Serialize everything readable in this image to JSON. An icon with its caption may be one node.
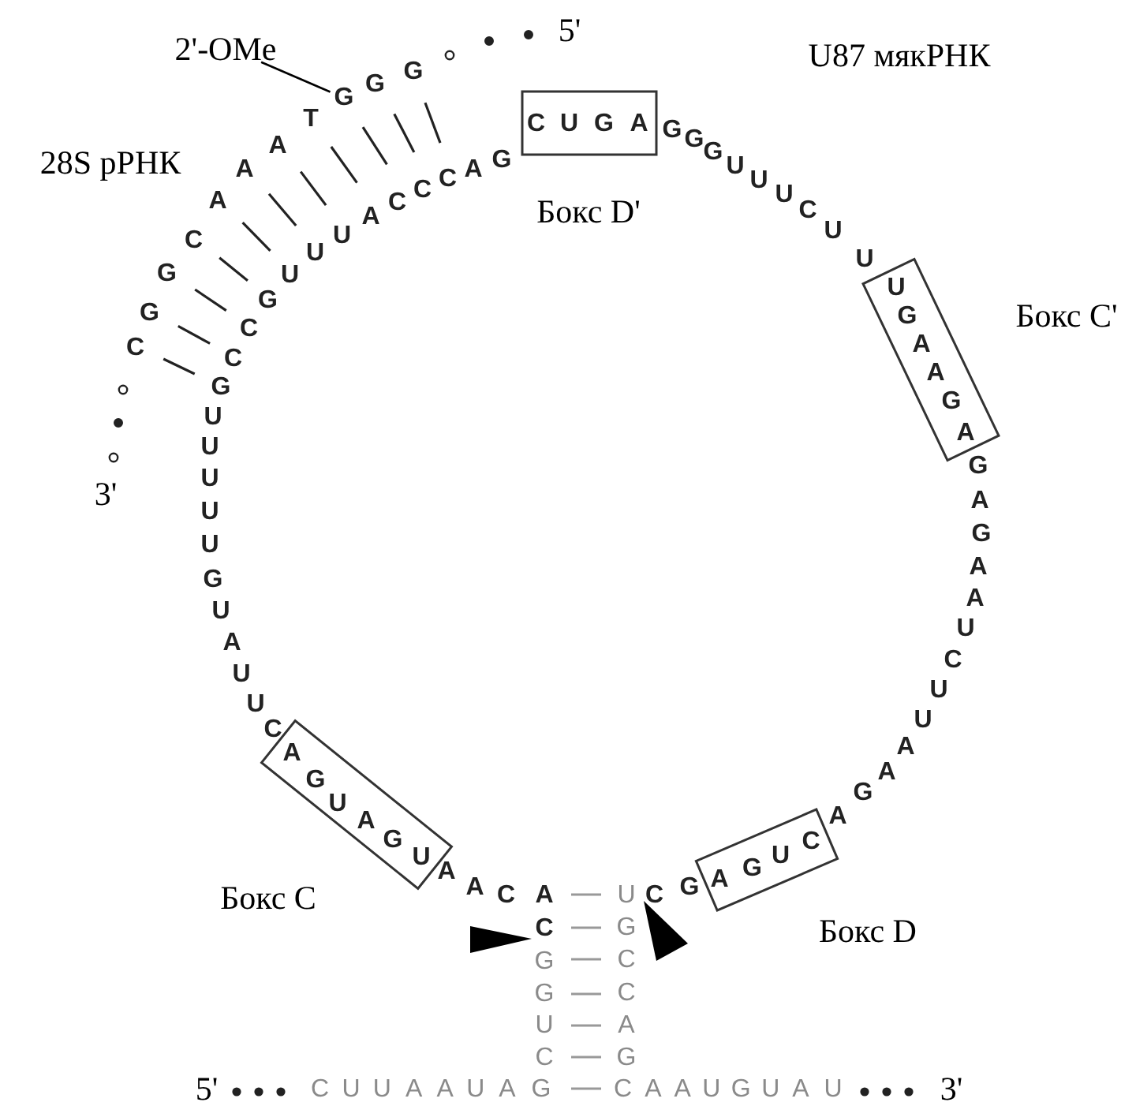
{
  "diagram": {
    "nodes": [
      {
        "text": [
          "2'-OMe"
        ]
      },
      {
        "text": [
          "C U G A"
        ],
        "beside": [
          "Бокс D'"
        ]
      },
      {
        "text": [
          "UGAAGA"
        ],
        "beside": [
          "Бокс C'"
        ]
      },
      {
        "text": [
          "A G U C"
        ],
        "beside": [
          "Бокс D"
        ]
      },
      {
        "text": [
          "AGUAGU"
        ],
        "beside": [
          "Бокс C"
        ]
      },
      {
        "text": [
          "G"
        ]
      }
    ],
    "edges": [
      {
        "from": 0,
        "to": 5,
        "arrow": "none"
      }
    ],
    "labels": [
      "5'",
      "U87 мякРНК",
      "28S рРНК",
      "C G G C A A A T",
      "3'",
      "C C G U U U A C C C A G",
      "GGGUUUCUU",
      "GUUUUUGUAUUC",
      "GAGAAUCUUAAGA",
      "A A C A",
      "C G",
      "C",
      "GGUC",
      "UGCCAG",
      "5'",
      "C U U A A U A G",
      "C A A U G U A U",
      "3'",
      "G G"
    ]
  }
}
